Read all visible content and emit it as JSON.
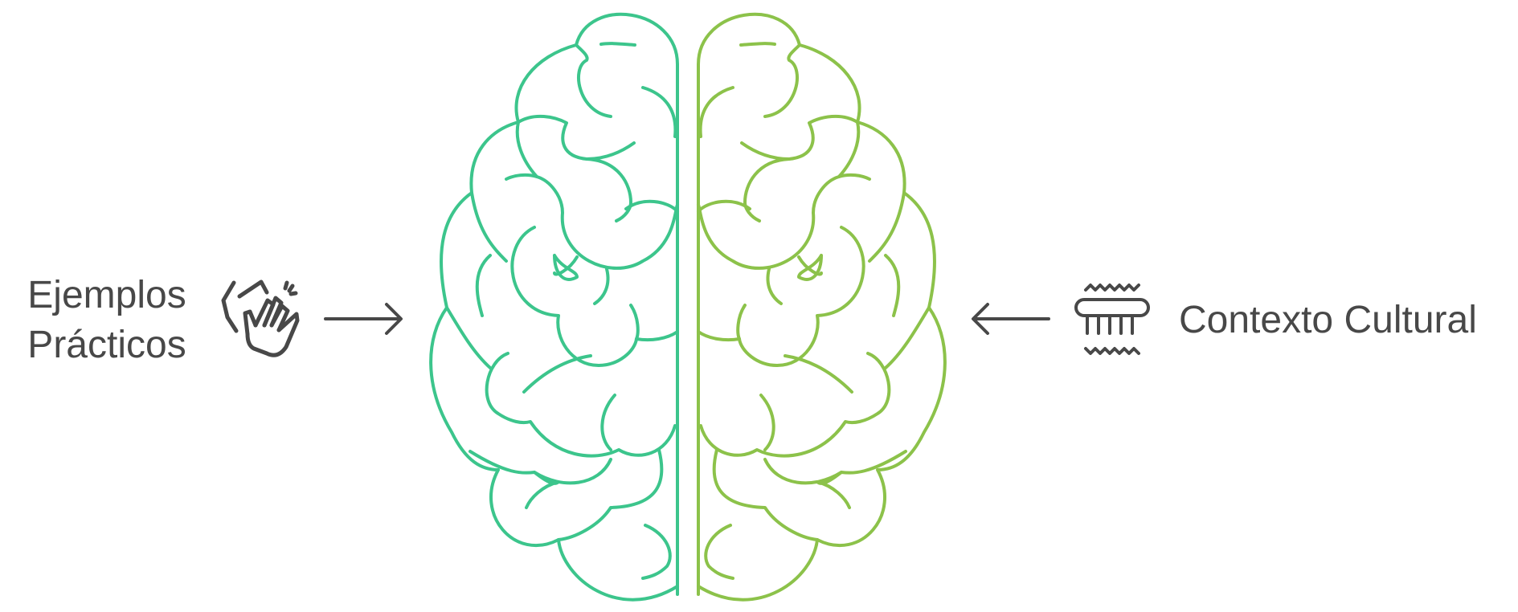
{
  "left_block": {
    "line1": "Ejemplos",
    "line2": "Prácticos",
    "icon": "clapping-hands-icon"
  },
  "right_block": {
    "label": "Contexto Cultural",
    "icon": "heater-waves-icon"
  },
  "center": {
    "icon": "brain-icon"
  },
  "colors": {
    "text": "#484848",
    "brain_left": "#3cc58c",
    "brain_right": "#8cc24a",
    "arrow": "#484848"
  }
}
